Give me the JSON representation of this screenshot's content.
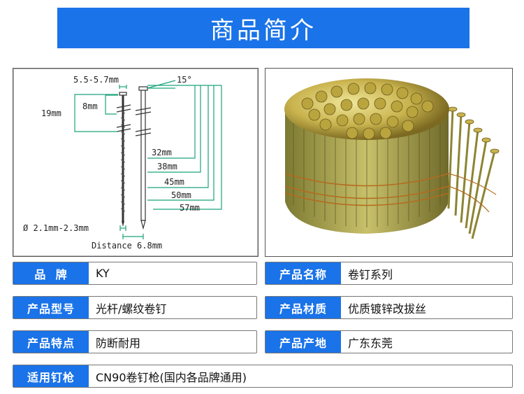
{
  "banner": {
    "title": "商品简介"
  },
  "diagram": {
    "head_width": "5.5-5.7mm",
    "head_angle": "15°",
    "shank_19": "19mm",
    "shank_8": "8mm",
    "len_32": "32mm",
    "len_38": "38mm",
    "len_45": "45mm",
    "len_50": "50mm",
    "len_57": "57mm",
    "diameter": "Ø 2.1mm-2.3mm",
    "distance": "Distance 6.8mm"
  },
  "specs": {
    "brand": {
      "label": "品  牌",
      "value": "KY"
    },
    "name": {
      "label": "产品名称",
      "value": "卷钉系列"
    },
    "model": {
      "label": "产品型号",
      "value": "光杆/螺纹卷钉"
    },
    "material": {
      "label": "产品材质",
      "value": "优质镀锌改拔丝"
    },
    "feature": {
      "label": "产品特点",
      "value": "防断耐用"
    },
    "origin": {
      "label": "产品产地",
      "value": "广东东莞"
    },
    "gun": {
      "label": "适用钉枪",
      "value": "CN90卷钉枪(国内各品牌通用)"
    }
  },
  "colors": {
    "accent": "#1a73e8",
    "dimension_line": "#1aa37a"
  }
}
